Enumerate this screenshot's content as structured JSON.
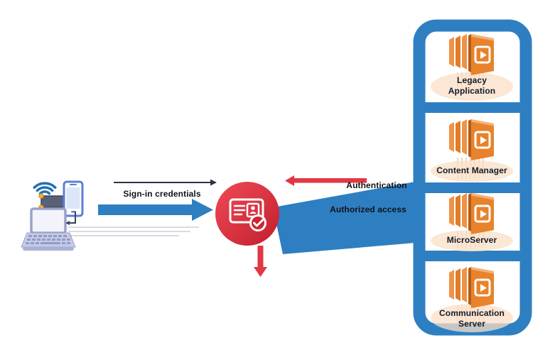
{
  "diagram": {
    "type": "architecture-flow",
    "client": {
      "description": "client devices cluster",
      "icons": [
        "wifi-signal-icon",
        "smartphone-icon",
        "router-icon",
        "laptop-icon"
      ]
    },
    "flow_labels": {
      "sign_in": "Sign-in credentials",
      "authentication": "Authentication",
      "authorized_access": "Authorized access"
    },
    "identity_service": {
      "icon": "id-card-check-icon",
      "color": "#d92638"
    },
    "services": {
      "bracket_color": "#2e7fc2",
      "icon": "app-box-icon",
      "items": [
        {
          "line1": "Legacy",
          "line2": "Application"
        },
        {
          "line1": "Content Manager",
          "line2": ""
        },
        {
          "line1": "MicroServer",
          "line2": ""
        },
        {
          "line1": "Communication",
          "line2": "Server"
        }
      ]
    },
    "colors": {
      "accent_blue": "#2e7fc2",
      "accent_red": "#e23744",
      "accent_orange": "#e8822b",
      "node_amber": "#f2b23c",
      "text": "#141a2b"
    }
  }
}
